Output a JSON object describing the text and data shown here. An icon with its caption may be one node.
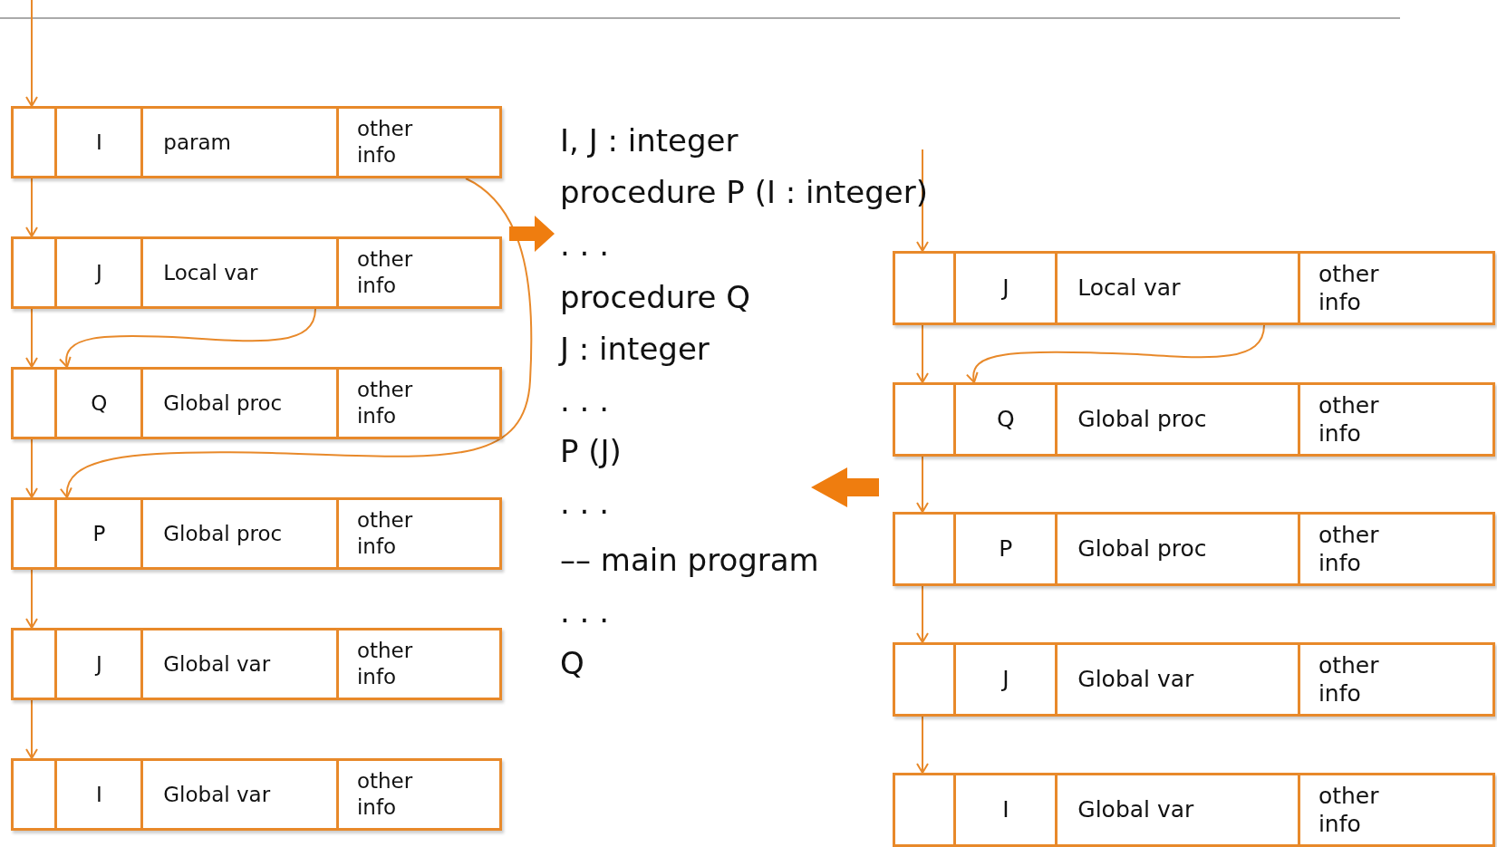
{
  "diagram": {
    "nodes": [
      {
        "text": [
          "I",
          "param",
          "other info"
        ]
      },
      {
        "text": [
          "J",
          "Local var",
          "other info"
        ]
      },
      {
        "text": [
          "Q",
          "Global proc",
          "other info"
        ]
      },
      {
        "text": [
          "P",
          "Global proc",
          "other info"
        ]
      },
      {
        "text": [
          "J",
          "Global var",
          "other info"
        ]
      },
      {
        "text": [
          "I",
          "Global var",
          "other info"
        ]
      },
      {
        "text": [
          "J",
          "Local var",
          "other info"
        ]
      },
      {
        "text": [
          "Q",
          "Global proc",
          "other info"
        ]
      },
      {
        "text": [
          "P",
          "Global proc",
          "other info"
        ]
      },
      {
        "text": [
          "J",
          "Global var",
          "other info"
        ]
      },
      {
        "text": [
          "I",
          "Global var",
          "other info"
        ]
      }
    ],
    "edges": [
      {
        "from": null,
        "to": 0,
        "arrow": "to"
      },
      {
        "from": 0,
        "to": 1,
        "arrow": "to"
      },
      {
        "from": 1,
        "to": 2,
        "arrow": "to"
      },
      {
        "from": 2,
        "to": 3,
        "arrow": "to"
      },
      {
        "from": 3,
        "to": 4,
        "arrow": "to"
      },
      {
        "from": 4,
        "to": 5,
        "arrow": "to"
      },
      {
        "from": 1,
        "to": 2,
        "arrow": "to"
      },
      {
        "from": 0,
        "to": 3,
        "arrow": "to"
      },
      {
        "from": null,
        "to": 6,
        "arrow": "to"
      },
      {
        "from": 6,
        "to": 7,
        "arrow": "to"
      },
      {
        "from": 7,
        "to": 8,
        "arrow": "to"
      },
      {
        "from": 8,
        "to": 9,
        "arrow": "to"
      },
      {
        "from": 9,
        "to": 10,
        "arrow": "to"
      },
      {
        "from": 6,
        "to": 7,
        "arrow": "to"
      }
    ],
    "labels": [
      "I, J : integer",
      "procedure P (I : integer)",
      ". . .",
      "procedure Q",
      "J : integer",
      ". . .",
      "P (J)",
      ". . .",
      "–– main program",
      ". . .",
      "Q"
    ]
  }
}
